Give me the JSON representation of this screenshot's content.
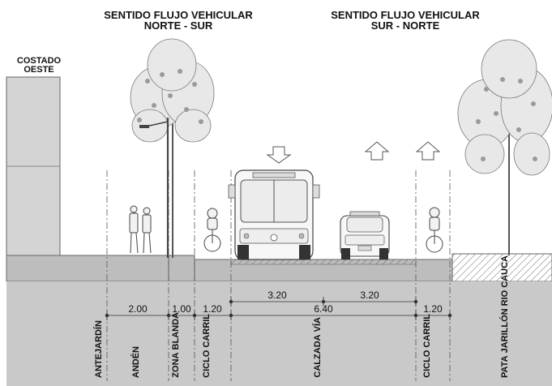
{
  "headings": {
    "left": {
      "line1": "SENTIDO FLUJO VEHICULAR",
      "line2": "NORTE - SUR"
    },
    "right": {
      "line1": "SENTIDO FLUJO VEHICULAR",
      "line2": "SUR - NORTE"
    }
  },
  "side_label": {
    "line1": "COSTADO",
    "line2": "OESTE"
  },
  "dimensions": {
    "lane_left": "3.20",
    "lane_right": "3.20",
    "roadway": "6.40",
    "anden": "2.00",
    "zona_blanda": "1.00",
    "ciclo_left": "1.20",
    "ciclo_right": "1.20"
  },
  "zones": {
    "antejardin": {
      "line1": "ANTEJARDÍN"
    },
    "anden": {
      "line1": "ANDÉN"
    },
    "zona_blanda": {
      "line1": "ZONA",
      "line2": "BLANDA"
    },
    "ciclo_left": {
      "line1": "CICLO",
      "line2": "CARRIL"
    },
    "calzada": {
      "line1": "CALZADA",
      "line2": "VÍA"
    },
    "ciclo_right": {
      "line1": "CICLO",
      "line2": "CARRIL"
    },
    "pata": {
      "line1": "PATA",
      "line2": "JARILLÓN",
      "line3": "RIO CAUCA"
    }
  },
  "icons": [
    "building",
    "tree",
    "street-lamp",
    "pedestrians",
    "cyclist",
    "bus",
    "car",
    "arrow-down",
    "arrow-up"
  ]
}
